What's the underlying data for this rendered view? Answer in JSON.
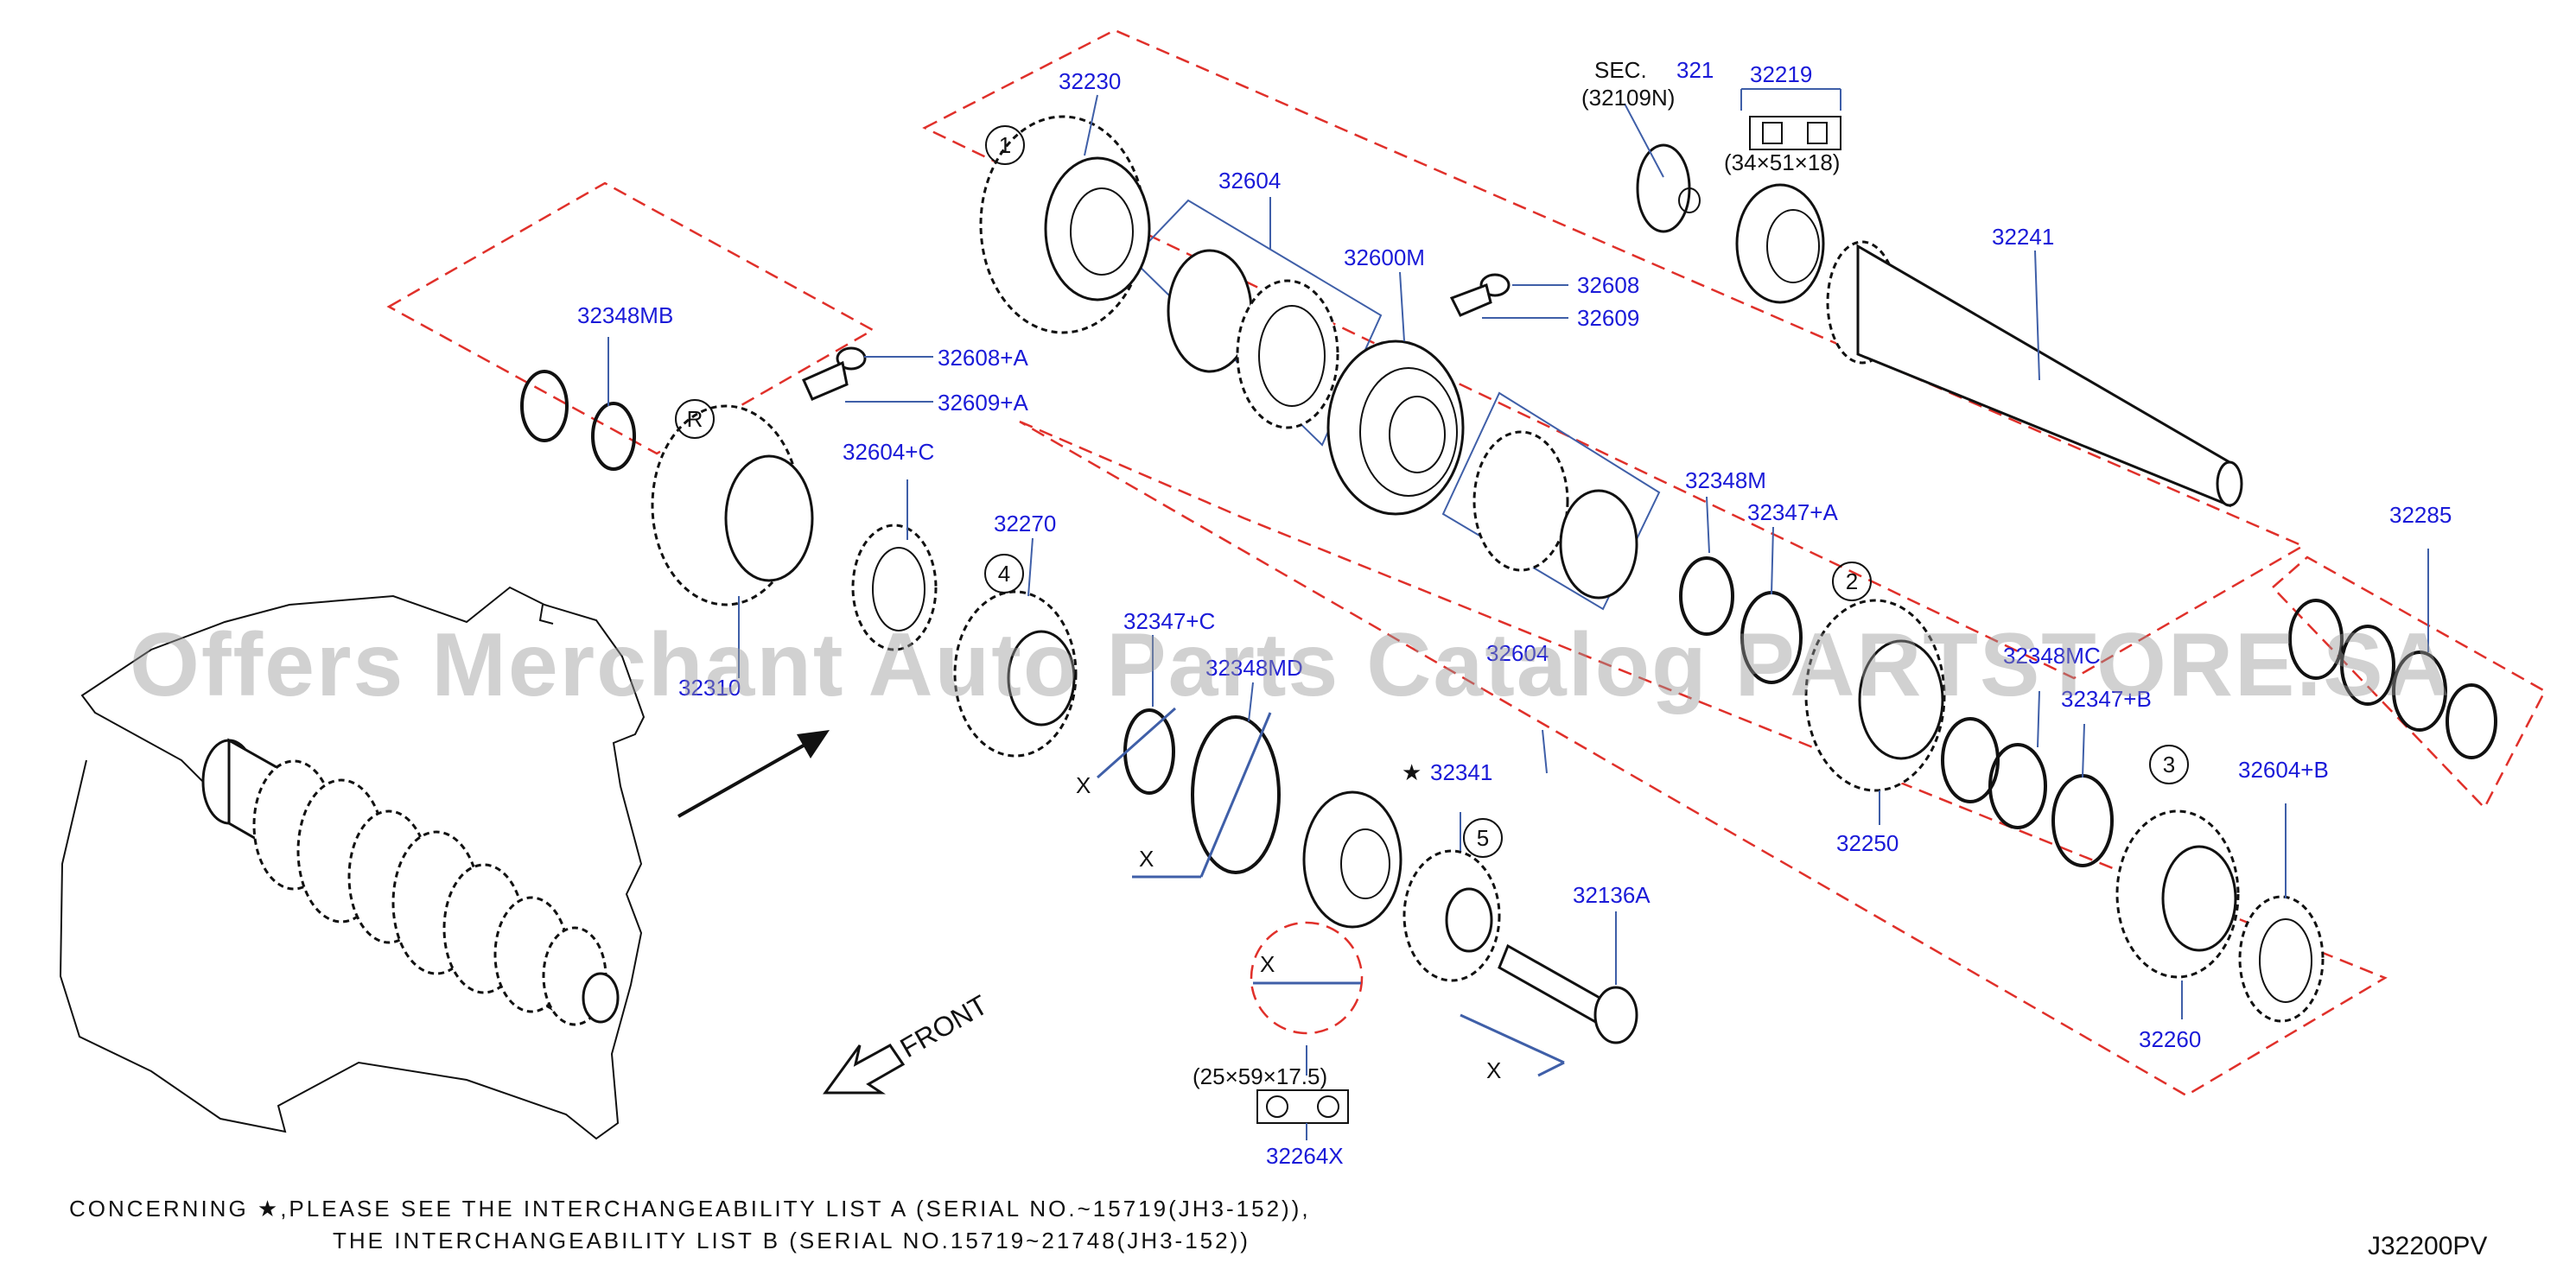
{
  "diagram_code": "J32200PV",
  "front_label": "FRONT",
  "section": {
    "prefix": "SEC.",
    "number": "321",
    "sub": "(32109N)"
  },
  "dimensions": {
    "bearing_top": "(34×51×18)",
    "bearing_bottom": "(25×59×17.5)",
    "clearance_mark": "X"
  },
  "callouts": {
    "c1": "1",
    "c2": "2",
    "c3": "3",
    "c4": "4",
    "c5": "5",
    "cr": "R"
  },
  "star": "★",
  "parts": {
    "p32230": "32230",
    "p32604": "32604",
    "p32600M": "32600M",
    "p32608": "32608",
    "p32609": "32609",
    "p32219": "32219",
    "p32241": "32241",
    "p32348MB": "32348MB",
    "p32608A": "32608+A",
    "p32609A": "32609+A",
    "p32604C": "32604+C",
    "p32270": "32270",
    "p32347C": "32347+C",
    "p32348MD": "32348MD",
    "p32348M": "32348M",
    "p32347A": "32347+A",
    "p32285": "32285",
    "p32348MC": "32348MC",
    "p32347B": "32347+B",
    "p32604B": "32604+B",
    "p32250": "32250",
    "p32260": "32260",
    "p32341": "32341",
    "p32136A": "32136A",
    "p32264X": "32264X",
    "p32604D": "32604",
    "p32310": "32310"
  },
  "notes": {
    "line1": "CONCERNING ★,PLEASE SEE THE INTERCHANGEABILITY LIST A (SERIAL NO.~15719(JH3-152)),",
    "line2": "THE INTERCHANGEABILITY LIST B (SERIAL NO.15719~21748(JH3-152))"
  },
  "watermark": "Offers Merchant Auto Parts Catalog PARTSTORE.SA"
}
